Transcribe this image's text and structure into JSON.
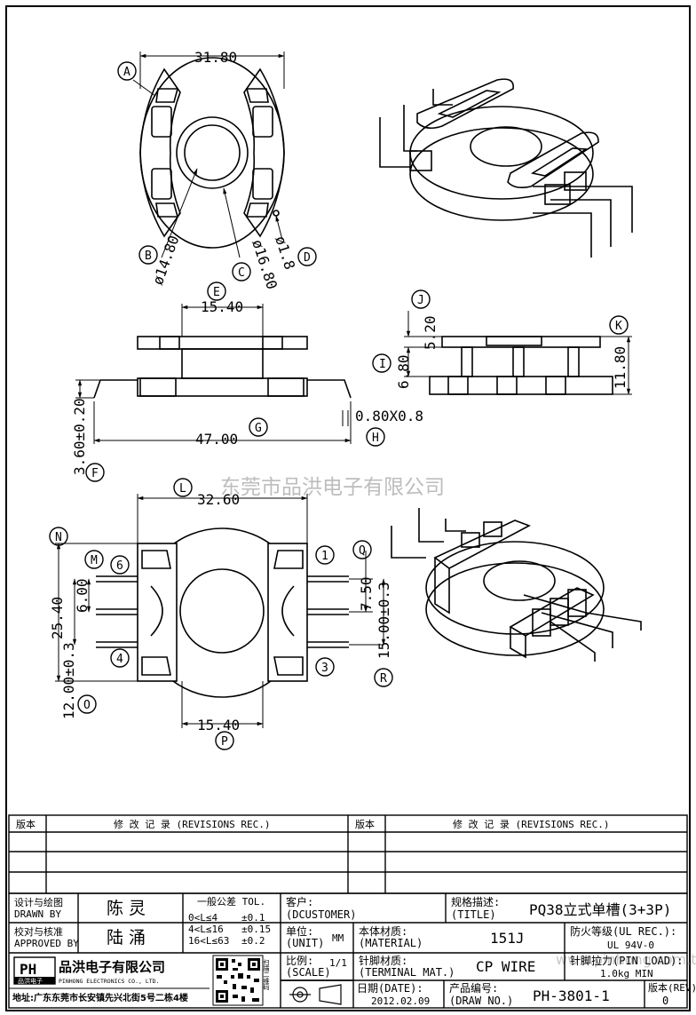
{
  "watermark": "东莞市品洪电子有限公司",
  "watermark_url": "www.pinhong.com.td",
  "drawing": {
    "top_view": {
      "width": "31.80",
      "d_b": "ø14.80",
      "d_c": "ø16.80",
      "d_d": "ø1.8"
    },
    "front_view": {
      "e": "15.40",
      "g": "47.00",
      "f": "3.60±0.20",
      "h": "0.80X0.8"
    },
    "side_view": {
      "j": "5.20",
      "i": "6.80",
      "k": "11.80"
    },
    "bottom_view": {
      "l": "32.60",
      "n": "25.40",
      "m": "6.00",
      "o": "12.00±0.3",
      "p": "15.40",
      "q": "7.50",
      "r": "15.00±0.3"
    },
    "pins": [
      "1",
      "6",
      "4",
      "3"
    ],
    "letters": [
      "A",
      "B",
      "C",
      "D",
      "E",
      "F",
      "G",
      "H",
      "I",
      "J",
      "K",
      "L",
      "M",
      "N",
      "O",
      "P",
      "Q",
      "R"
    ]
  },
  "revisions": {
    "col1": "版本",
    "col2": "修 改 记 录 (REVISIONS REC.)",
    "col3": "版本",
    "col4": "修 改 记 录 (REVISIONS REC.)"
  },
  "title_block": {
    "design_label_cn": "设计与绘图",
    "design_label_en": "DRAWN BY",
    "design_value": "陈 灵",
    "approve_label_cn": "校对与核准",
    "approve_label_en": "APPROVED BY",
    "approve_value": "陆 涌",
    "tol_title": "一般公差 TOL.",
    "tol_rows": [
      {
        "range": "0<L≤4",
        "value": "±0.1"
      },
      {
        "range": "4<L≤16",
        "value": "±0.15"
      },
      {
        "range": "16<L≤63",
        "value": "±0.2"
      }
    ],
    "customer_cn": "客户:",
    "customer_en": "(DCUSTOMER)",
    "unit_cn": "单位:",
    "unit_en": "(UNIT)",
    "unit_value": "MM",
    "scale_cn": "比例:",
    "scale_en": "(SCALE)",
    "scale_value": "1/1",
    "date_cn": "日期(DATE):",
    "date_value": "2012.02.09",
    "spec_cn": "规格描述:",
    "spec_en": "(TITLE)",
    "spec_value": "PQ38立式单槽(3+3P)",
    "material_cn": "本体材质:",
    "material_en": "(MATERIAL)",
    "material_value": "151J",
    "fire_cn": "防火等级(UL REC.):",
    "fire_value": "UL 94V-0",
    "terminal_cn": "针脚材质:",
    "terminal_en": "(TERMINAL MAT.)",
    "terminal_value": "CP WIRE",
    "pinload_label": "针脚拉力(PIN LOAD):",
    "pinload_value": "1.0kg MIN",
    "drawno_cn": "产品编号:",
    "drawno_en": "(DRAW NO.)",
    "drawno_value": "PH-3801-1",
    "rev_label": "版本(REV):",
    "rev_value": "0",
    "company_cn": "品洪电子有限公司",
    "company_en": "PINHONG ELECTRONICS CO., LTD.",
    "logo": "PH",
    "logo_sub": "品洪电子",
    "address": "地址:广东东莞市长安镇先兴北街5号二栋4楼",
    "qr_caption": "扫描二维码"
  }
}
